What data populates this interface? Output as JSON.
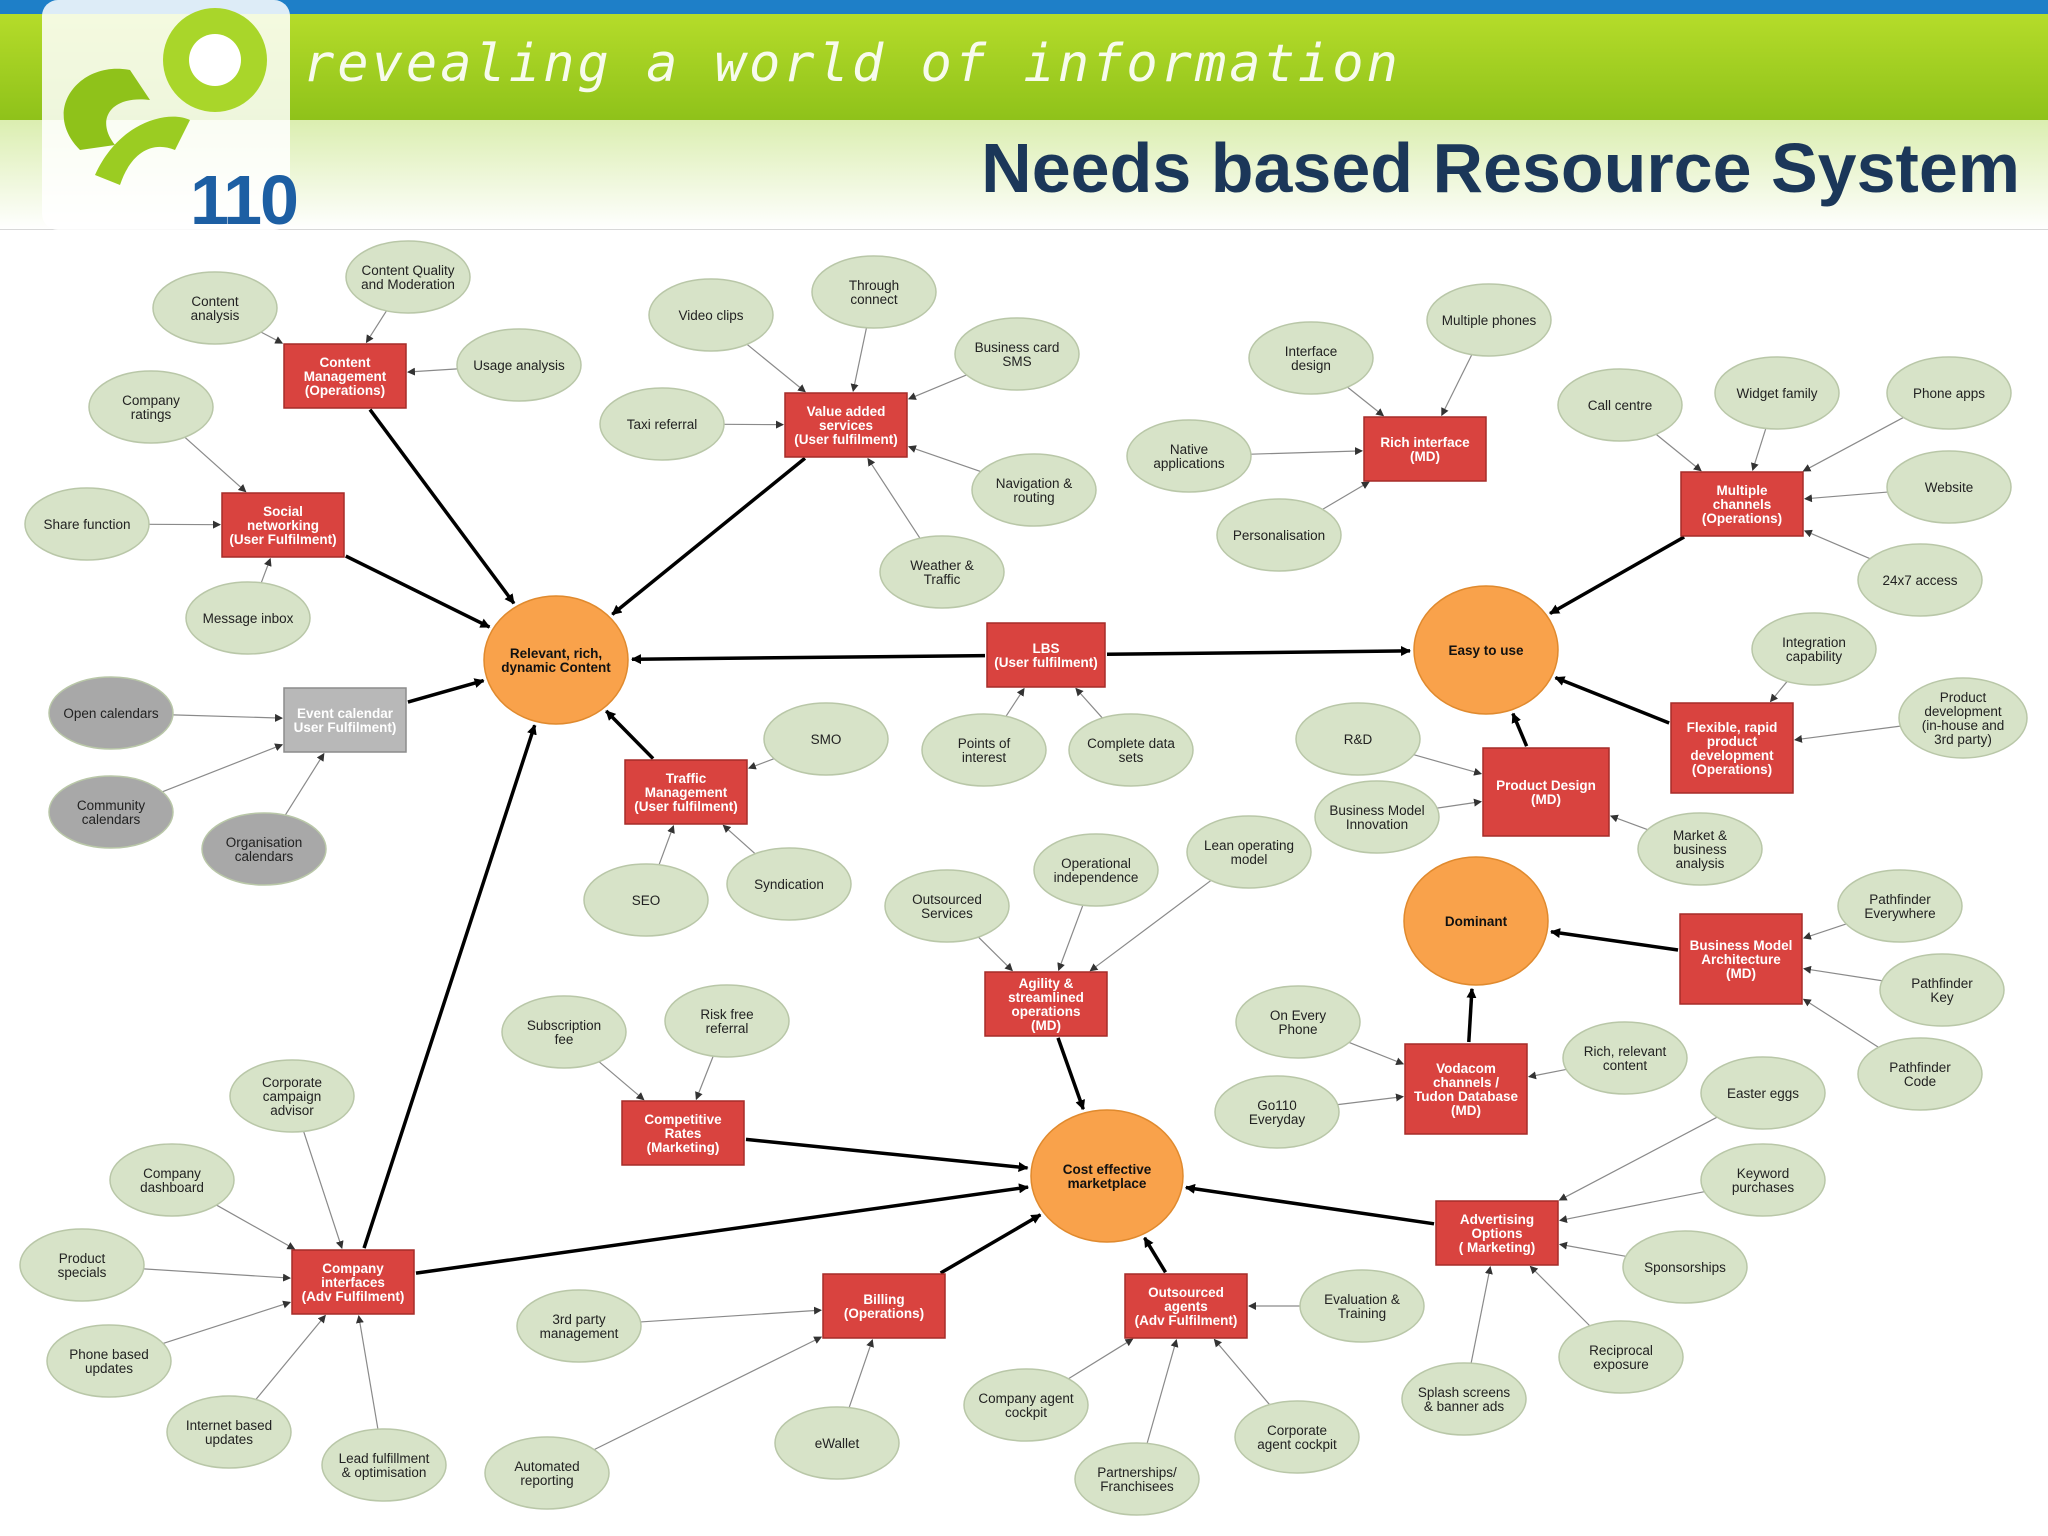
{
  "header": {
    "slogan": "revealing a world of information",
    "title": "Needs based Resource System",
    "logo_number": "110",
    "colors": {
      "bar_top": "#1e7fc8",
      "bar_green": "#9fcf1f",
      "title": "#1b3759"
    }
  },
  "colors": {
    "hub_fill": "#f9a24b",
    "box_fill": "#d9433f",
    "box_gray": "#b8b8b8",
    "ellipse_fill": "#d7e3c8",
    "ellipse_gray": "#a8a8a8",
    "arrow": "#000000",
    "connector": "#8a8a8a"
  },
  "nodes": {
    "hub_content": "Relevant, rich,\ndynamic Content",
    "hub_easy": "Easy to use",
    "hub_dominant": "Dominant",
    "hub_market": "Cost effective\nmarketplace",
    "box_content_mgmt": "Content\nManagement\n(Operations)",
    "box_social": "Social\nnetworking\n(User Fulfilment)",
    "box_event": "Event calendar\nUser Fulfilment)",
    "box_vas": "Value added\nservices\n(User fulfilment)",
    "box_lbs": "LBS\n(User fulfilment)",
    "box_traffic": "Traffic\nManagement\n(User fulfilment)",
    "box_rich": "Rich interface\n(MD)",
    "box_multi": "Multiple\nchannels\n(Operations)",
    "box_flex": "Flexible, rapid\nproduct\ndevelopment\n(Operations)",
    "box_pd": "Product Design\n(MD)",
    "box_bma": "Business Model\nArchitecture\n(MD)",
    "box_vodacom": "Vodacom\nchannels /\nTudon Database\n(MD)",
    "box_agility": "Agility &\nstreamlined\noperations\n(MD)",
    "box_comp": "Competitive\nRates\n(Marketing)",
    "box_company": "Company\ninterfaces\n(Adv Fulfilment)",
    "box_billing": "Billing\n(Operations)",
    "box_agents": "Outsourced\nagents\n(Adv Fulfilment)",
    "box_adv": "Advertising\nOptions\n( Marketing)",
    "e_content_analysis": "Content\nanalysis",
    "e_cqm": "Content Quality\nand Moderation",
    "e_usage": "Usage analysis",
    "e_company_ratings": "Company\nratings",
    "e_share": "Share function",
    "e_inbox": "Message inbox",
    "e_open_cal": "Open calendars",
    "e_community_cal": "Community\ncalendars",
    "e_org_cal": "Organisation\ncalendars",
    "e_video": "Video clips",
    "e_through": "Through\nconnect",
    "e_bcsms": "Business card\nSMS",
    "e_taxi": "Taxi referral",
    "e_nav": "Navigation &\nrouting",
    "e_weather": "Weather &\nTraffic",
    "e_smo": "SMO",
    "e_poi": "Points of\ninterest",
    "e_cds": "Complete data\nsets",
    "e_seo": "SEO",
    "e_synd": "Syndication",
    "e_interface": "Interface\ndesign",
    "e_multiphones": "Multiple phones",
    "e_native": "Native\napplications",
    "e_personal": "Personalisation",
    "e_callcentre": "Call centre",
    "e_widget": "Widget family",
    "e_phoneapps": "Phone apps",
    "e_website": "Website",
    "e_247": "24x7 access",
    "e_integration": "Integration\ncapability",
    "e_proddev": "Product\ndevelopment\n(in-house and\n3rd party)",
    "e_rnd": "R&D",
    "e_bmi": "Business Model\nInnovation",
    "e_market": "Market &\nbusiness\nanalysis",
    "e_pf_everywhere": "Pathfinder\nEverywhere",
    "e_pf_key": "Pathfinder\nKey",
    "e_pf_code": "Pathfinder\nCode",
    "e_oep": "On Every\nPhone",
    "e_go110": "Go110\nEveryday",
    "e_richcontent": "Rich, relevant\ncontent",
    "e_outsourced": "Outsourced\nServices",
    "e_opind": "Operational\nindependence",
    "e_lean": "Lean operating\nmodel",
    "e_subfee": "Subscription\nfee",
    "e_riskfree": "Risk free\nreferral",
    "e_cca": "Corporate\ncampaign\nadvisor",
    "e_cdash": "Company\ndashboard",
    "e_specials": "Product\nspecials",
    "e_phoneupd": "Phone based\nupdates",
    "e_netupd": "Internet based\nupdates",
    "e_lead": "Lead fulfillment\n& optimisation",
    "e_autorep": "Automated\nreporting",
    "e_3rdparty": "3rd party\nmanagement",
    "e_ewallet": "eWallet",
    "e_agentcockpit": "Company agent\ncockpit",
    "e_partners": "Partnerships/\nFranchisees",
    "e_corpcockpit": "Corporate\nagent cockpit",
    "e_eval": "Evaluation &\nTraining",
    "e_easter": "Easter eggs",
    "e_keyword": "Keyword\npurchases",
    "e_sponsor": "Sponsorships",
    "e_reciprocal": "Reciprocal\nexposure",
    "e_splash": "Splash screens\n& banner ads"
  }
}
